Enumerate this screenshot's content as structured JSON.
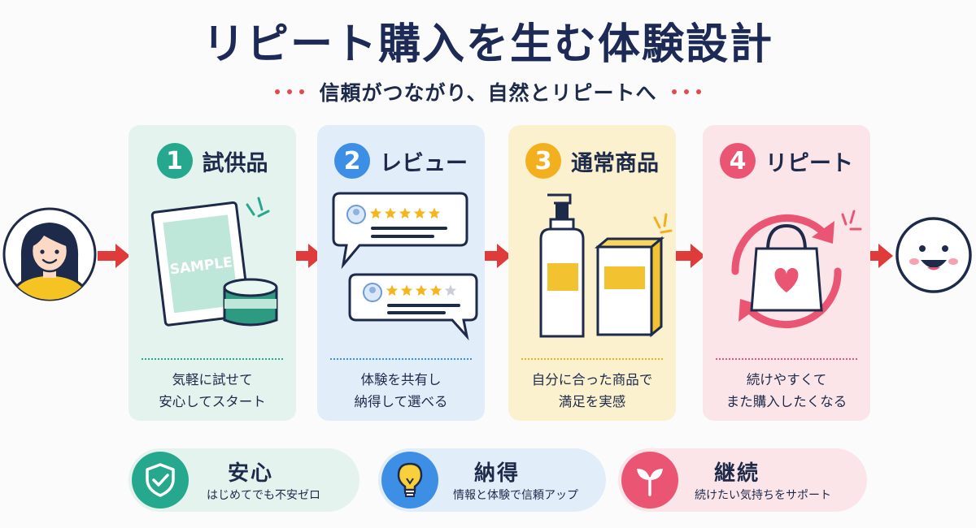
{
  "header": {
    "title": "リピート購入を生む体験設計",
    "subtitle": "信頼がつながり、自然とリピートへ"
  },
  "steps": [
    {
      "number": "1",
      "title": "試供品",
      "desc_line1": "気軽に試せて",
      "desc_line2": "安心してスタート",
      "sample_label": "SAMPLE",
      "color": "#26a88e"
    },
    {
      "number": "2",
      "title": "レビュー",
      "desc_line1": "体験を共有し",
      "desc_line2": "納得して選べる",
      "ratings": [
        5,
        4
      ],
      "color": "#3d8fe6"
    },
    {
      "number": "3",
      "title": "通常商品",
      "desc_line1": "自分に合った商品で",
      "desc_line2": "満足を実感",
      "color": "#f2b01e"
    },
    {
      "number": "4",
      "title": "リピート",
      "desc_line1": "続けやすくて",
      "desc_line2": "また購入したくなる",
      "color": "#ea5574"
    }
  ],
  "values": [
    {
      "title": "安心",
      "desc": "はじめてでも不安ゼロ",
      "icon": "shield-check-icon",
      "color": "#26a88e"
    },
    {
      "title": "納得",
      "desc": "情報と体験で信頼アップ",
      "icon": "lightbulb-icon",
      "color": "#3d8fe6"
    },
    {
      "title": "継続",
      "desc": "続けたい気持ちをサポート",
      "icon": "sprout-icon",
      "color": "#ea5574"
    }
  ],
  "colors": {
    "arrow": "#e03b3b",
    "title": "#1c2a55",
    "accent_dot": "#e5484d"
  }
}
